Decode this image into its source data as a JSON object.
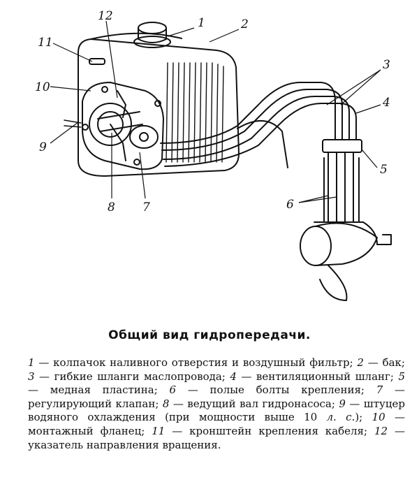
{
  "callouts": [
    "1",
    "2",
    "3",
    "4",
    "5",
    "6",
    "7",
    "8",
    "9",
    "10",
    "11",
    "12"
  ],
  "title": "Общий вид гидропередачи.",
  "legend": [
    {
      "n": "1",
      "text": " — колпачок наливного отверстия и воздушный фильтр; "
    },
    {
      "n": "2",
      "text": " — бак; "
    },
    {
      "n": "3",
      "text": " — гибкие шланги маслопровода; "
    },
    {
      "n": "4",
      "text": " — вентиляционный шланг; "
    },
    {
      "n": "5",
      "text": " — медная пластина; "
    },
    {
      "n": "6",
      "text": " — полые болты крепления; "
    },
    {
      "n": "7",
      "text": " — регулирующий клапан; "
    },
    {
      "n": "8",
      "text": " — ведущий вал гидронасоса; "
    },
    {
      "n": "9",
      "text": " — штуцер водяного охлаждения (при мощности выше 10 "
    },
    {
      "n": "",
      "text": "л. с."
    },
    {
      "n": "",
      "text": "); "
    },
    {
      "n": "10",
      "text": " — монтажный фланец; "
    },
    {
      "n": "11",
      "text": " — кронштейн крепления кабеля; "
    },
    {
      "n": "12",
      "text": " — указатель направления вращения."
    }
  ]
}
